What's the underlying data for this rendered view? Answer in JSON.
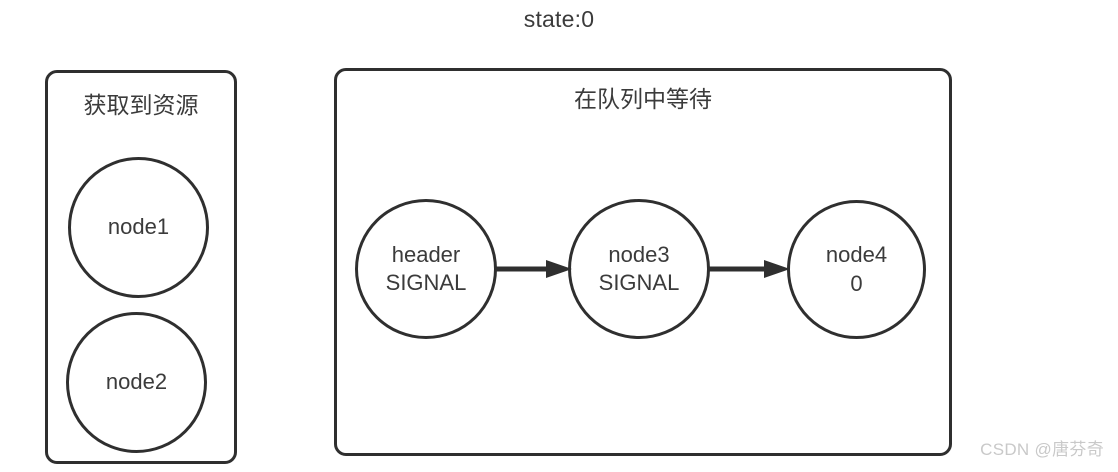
{
  "title": "state:0",
  "groups": [
    {
      "id": "acquired",
      "label": "获取到资源",
      "nodes": [
        {
          "id": "node1",
          "line1": "node1",
          "line2": ""
        },
        {
          "id": "node2",
          "line1": "node2",
          "line2": ""
        }
      ]
    },
    {
      "id": "waiting",
      "label": "在队列中等待",
      "nodes": [
        {
          "id": "header",
          "line1": "header",
          "line2": "SIGNAL"
        },
        {
          "id": "node3",
          "line1": "node3",
          "line2": "SIGNAL"
        },
        {
          "id": "node4",
          "line1": "node4",
          "line2": "0"
        }
      ],
      "arrows": [
        {
          "from": "header",
          "to": "node3"
        },
        {
          "from": "node3",
          "to": "node4"
        }
      ]
    }
  ],
  "watermark": "CSDN @唐芬奇",
  "colors": {
    "stroke": "#2f2f2f",
    "text": "#3b3b3b",
    "background": "#ffffff",
    "watermark": "#c9c9c9"
  }
}
